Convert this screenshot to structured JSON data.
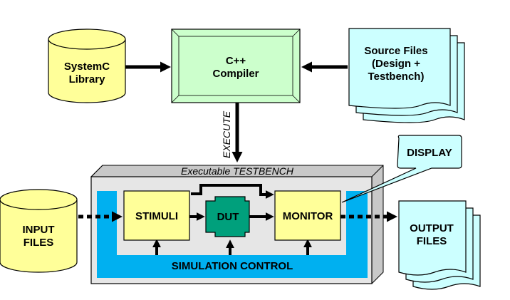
{
  "nodes": {
    "systemc_library": {
      "line1": "SystemC",
      "line2": "Library"
    },
    "compiler": {
      "line1": "C++",
      "line2": "Compiler"
    },
    "source_files": {
      "line1": "Source Files",
      "line2": "(Design +",
      "line3": "Testbench)"
    },
    "execute_label": "EXECUTE",
    "testbench_title": "Executable TESTBENCH",
    "display": "DISPLAY",
    "input_files": {
      "line1": "INPUT",
      "line2": "FILES"
    },
    "stimuli": "STIMULI",
    "dut": "DUT",
    "monitor": "MONITOR",
    "output_files": {
      "line1": "OUTPUT",
      "line2": "FILES"
    },
    "simulation_control": "SIMULATION CONTROL"
  },
  "colors": {
    "cylinder": "#ffff99",
    "compiler": "#ccffcc",
    "document": "#ccffff",
    "testbench_frame": "#e6e6e6",
    "control_band": "#00b0f0",
    "block": "#ffff99",
    "dut": "#00a07c",
    "display": "#ccffff",
    "arrow": "#000000"
  }
}
